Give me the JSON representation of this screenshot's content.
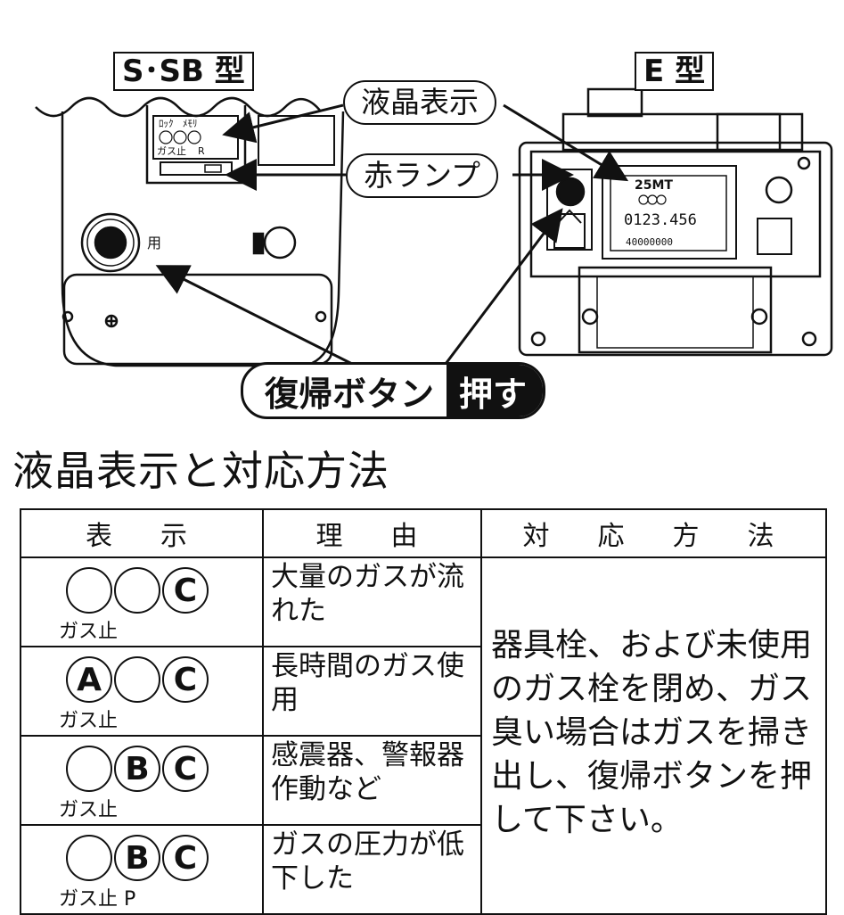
{
  "diagram": {
    "label_s_type": "S･SB 型",
    "label_e_type": "E 型",
    "callout_lcd": "液晶表示",
    "callout_red_lamp": "赤ランプ",
    "callout_reset": "復帰ボタン",
    "callout_push": "押す",
    "s_meter_lcd_texts": [
      "ﾛｯｸ",
      "ﾒﾓﾘ",
      "ガス止",
      "R"
    ],
    "s_meter_button_mark": "用",
    "e_meter_model": "25MT",
    "e_meter_reading": "0123.456",
    "e_meter_serial": "40000000"
  },
  "section_title": "液晶表示と対応方法",
  "table": {
    "headers": [
      "表　示",
      "理　由",
      "対　応　方　法"
    ],
    "rows": [
      {
        "circles": [
          "",
          "",
          "C"
        ],
        "gas_stop": "ガス止",
        "reason": "大量のガスが流れた"
      },
      {
        "circles": [
          "A",
          "",
          "C"
        ],
        "gas_stop": "ガス止",
        "reason": "長時間のガス使用"
      },
      {
        "circles": [
          "",
          "B",
          "C"
        ],
        "gas_stop": "ガス止",
        "reason": "感震器、警報器作動など"
      },
      {
        "circles": [
          "",
          "B",
          "C"
        ],
        "gas_stop": "ガス止 P",
        "reason": "ガスの圧力が低下した"
      }
    ],
    "remedy": "器具栓、および未使用のガス栓を閉め、ガス臭い場合はガスを掃き出し、復帰ボタンを押して下さい。"
  }
}
